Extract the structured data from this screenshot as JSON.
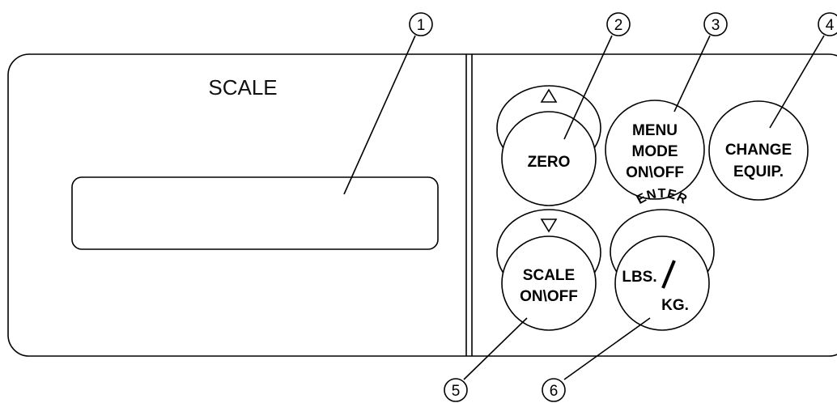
{
  "panel": {
    "title": "SCALE"
  },
  "buttons": {
    "zero": {
      "arrow": "up-triangle-icon",
      "lines": [
        "ZERO"
      ]
    },
    "menu_mode": {
      "lines": [
        "MENU",
        "MODE",
        "ON\\OFF"
      ]
    },
    "change_equip": {
      "lines": [
        "CHANGE",
        "EQUIP."
      ]
    },
    "scale_onoff": {
      "arrow": "down-triangle-icon",
      "lines": [
        "SCALE",
        "ON\\OFF"
      ]
    },
    "lbs_kg": {
      "top_label": "ENTER",
      "top": "LBS.",
      "bottom": "KG."
    }
  },
  "callouts": [
    "1",
    "2",
    "3",
    "4",
    "5",
    "6"
  ]
}
